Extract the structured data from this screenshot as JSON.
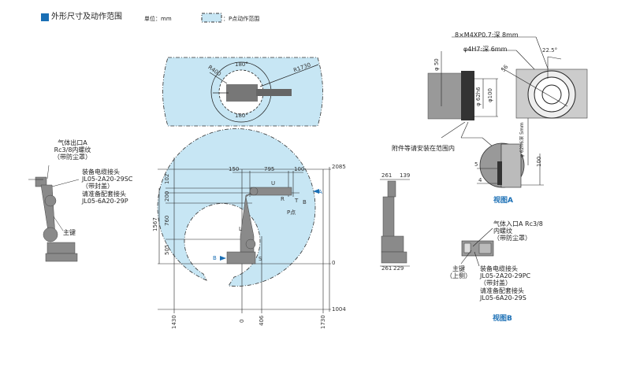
{
  "header": {
    "title": "外形尺寸及动作范围",
    "unit": "单位：mm",
    "legend_text": "：P点动作范围",
    "accent_color": "#1a6fb5",
    "range_fill_color": "#c7e6f4"
  },
  "top_view": {
    "angle_top": "180°",
    "angle_bottom": "180°",
    "radius_inner": "R400",
    "radius_outer": "R1730"
  },
  "left_view": {
    "gas_outlet": [
      "气体出口A",
      "Rc3/8内螺纹",
      "（带防尘罩）"
    ],
    "connector": [
      "装备电缆接头",
      "JL05-2A20-29SC",
      "（带封盖）",
      "请准备配套接头",
      "JL05-6A20-29P"
    ],
    "main_key": "主键"
  },
  "side_view": {
    "dims_top": [
      "150",
      "795",
      "100"
    ],
    "dims_left": [
      "102",
      "200",
      "760",
      "505"
    ],
    "dim_total_height": "1567",
    "dims_right": [
      "2085",
      "0",
      "1004"
    ],
    "dims_bottom": [
      "1430",
      "0",
      "406",
      "1730"
    ],
    "axis_labels": [
      "U",
      "R",
      "T",
      "B",
      "L",
      "S"
    ],
    "p_point": "P点",
    "arrow_a": "A",
    "arrow_b": "B"
  },
  "rear_view": {
    "dims_top": [
      "261",
      "139"
    ],
    "dims_bottom": [
      "261",
      "229"
    ]
  },
  "flange_view": {
    "thread": "8×M4XP0.7:深 8mm",
    "pin_hole": "φ4H7:深 6mm",
    "angle": "22.5°",
    "pcd": "56",
    "d50": "φ 50",
    "d62": "φ 62h6",
    "d100": "φ100",
    "mount_note": "附件等请安装在范围内",
    "depth_note": "φ 62h6深 5mm",
    "dim_5": "5",
    "dim_4": "4",
    "dim_100": "100",
    "view_label": "视图A"
  },
  "view_b": {
    "gas_inlet": [
      "气体入口A Rc3/8",
      "内螺纹",
      "（带防尘罩）"
    ],
    "main_key": [
      "主键",
      "（上侧）"
    ],
    "connector": [
      "装备电缆接头",
      "JL05-2A20-29PC",
      "（带封盖）",
      "请准备配套接头",
      "JL05-6A20-29S"
    ],
    "view_label": "视图B"
  }
}
